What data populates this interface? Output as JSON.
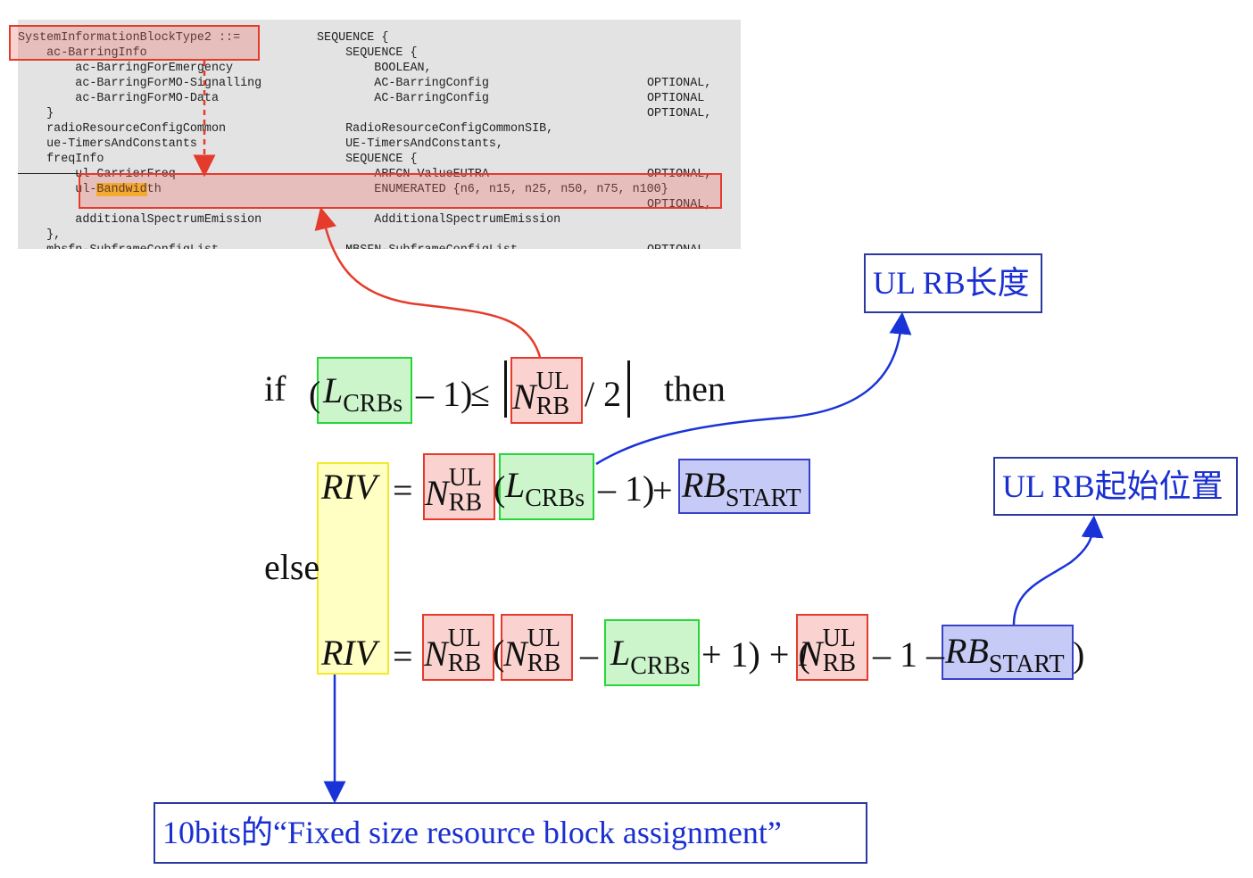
{
  "code": {
    "lines": [
      {
        "a": "SystemInformationBlockType2 ::=",
        "b": "SEQUENCE {",
        "c": ""
      },
      {
        "a": "    ac-BarringInfo",
        "b": "    SEQUENCE {",
        "c": ""
      },
      {
        "a": "        ac-BarringForEmergency",
        "b": "        BOOLEAN,",
        "c": ""
      },
      {
        "a": "        ac-BarringForMO-Signalling",
        "b": "        AC-BarringConfig",
        "c": "OPTIONAL,"
      },
      {
        "a": "        ac-BarringForMO-Data",
        "b": "        AC-BarringConfig",
        "c": "OPTIONAL"
      },
      {
        "a": "    }",
        "b": "",
        "c": "OPTIONAL,"
      },
      {
        "a": "    radioResourceConfigCommon",
        "b": "    RadioResourceConfigCommonSIB,",
        "c": ""
      },
      {
        "a": "    ue-TimersAndConstants",
        "b": "    UE-TimersAndConstants,",
        "c": ""
      },
      {
        "a": "    freqInfo",
        "b": "    SEQUENCE {",
        "c": ""
      },
      {
        "a": "        ul-CarrierFreq",
        "b": "        ARFCN-ValueEUTRA",
        "c": "OPTIONAL,"
      },
      {
        "a": "        ul-",
        "hl": "Bandwid",
        "a2": "th",
        "b": "        ENUMERATED {n6, n15, n25, n50, n75, n100}",
        "c": ""
      },
      {
        "a": "",
        "b": "",
        "c": "OPTIONAL,"
      },
      {
        "a": "        additionalSpectrumEmission",
        "b": "        AdditionalSpectrumEmission",
        "c": ""
      },
      {
        "a": "    },",
        "b": "",
        "c": ""
      },
      {
        "a": "    mbsfn-SubframeConfigList",
        "b": "    MBSFN-SubframeConfigList",
        "c": "OPTIONAL,"
      }
    ]
  },
  "formula": {
    "if": "if",
    "then": "then",
    "else": "else",
    "L": "L",
    "crbs": "CRBs",
    "N": "N",
    "ul": "UL",
    "rb": "RB",
    "riv": "RIV",
    "rbstart_main": "RB",
    "start": "START",
    "minus_one_paren": "– 1)",
    "le": "≤",
    "div2": "/ 2",
    "eq": "=",
    "plus": "+",
    "minus": "–",
    "one": "1",
    "plus1paren": "+ 1) + (",
    "minus1minus": "– 1 –",
    "lparen": "(",
    "rparen": ")"
  },
  "labels": {
    "ul_rb_length": "UL RB长度",
    "ul_rb_start": "UL RB起始位置",
    "bits_label": "10bits的“Fixed size resource block assignment”"
  },
  "colors": {
    "red": "#e53b2c",
    "green": "#27d637",
    "yellow": "#f2ea2a",
    "blue": "#3742c8",
    "label_text": "#1a2fd0"
  }
}
